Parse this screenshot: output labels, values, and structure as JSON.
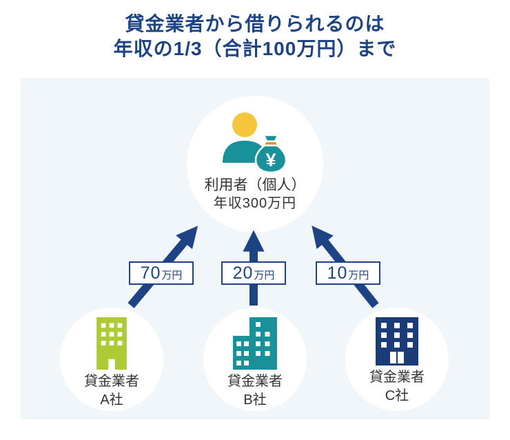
{
  "title": {
    "line1": "貸金業者から借りられるのは",
    "line2": "年収の1/3（合計100万円）まで"
  },
  "colors": {
    "navy": "#1d4384",
    "panel_bg": "#f1f6fa",
    "text_dark": "#333333",
    "teal": "#18919b",
    "yellow": "#f5c53e",
    "orange": "#dd8e2b",
    "lime": "#aecb35",
    "navy_building": "#1b3c78",
    "white": "#ffffff"
  },
  "borrower": {
    "name": "利用者（個人）",
    "income": "年収300万円",
    "yen": "¥"
  },
  "loans": [
    {
      "amount": "70",
      "unit": "万円",
      "lender": "貸金業者",
      "company": "A社"
    },
    {
      "amount": "20",
      "unit": "万円",
      "lender": "貸金業者",
      "company": "B社"
    },
    {
      "amount": "10",
      "unit": "万円",
      "lender": "貸金業者",
      "company": "C社"
    }
  ]
}
